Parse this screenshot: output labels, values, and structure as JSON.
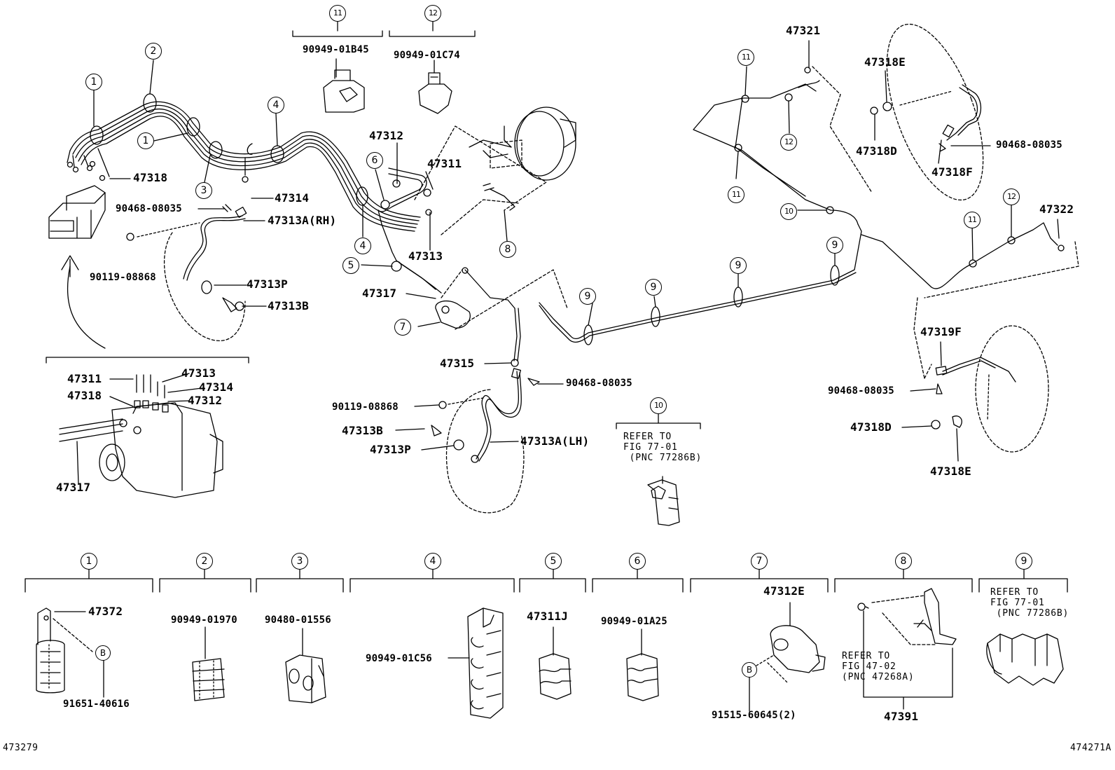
{
  "callouts": {
    "c1": "1",
    "c2": "2",
    "c3": "3",
    "c4": "4",
    "c5": "5",
    "c6": "6",
    "c7": "7",
    "c8": "8",
    "c9": "9",
    "c10": "10",
    "c11": "11",
    "c12": "12",
    "cB": "B"
  },
  "parts": {
    "p47318": "47318",
    "p47314": "47314",
    "p90468_08035": "90468-08035",
    "p47313A_RH": "47313A(RH)",
    "p90119_08868": "90119-08868",
    "p47313P": "47313P",
    "p47313B": "47313B",
    "p47312": "47312",
    "p47311": "47311",
    "p47313": "47313",
    "p47317": "47317",
    "p47315": "47315",
    "p47313A_LH": "47313A(LH)",
    "p90949_01B45": "90949-01B45",
    "p90949_01C74": "90949-01C74",
    "p47321": "47321",
    "p47318E": "47318E",
    "p47318D": "47318D",
    "p47318F": "47318F",
    "p47322": "47322",
    "p47319F": "47319F",
    "p47372": "47372",
    "p91651_40616": "91651-40616",
    "p90949_01970": "90949-01970",
    "p90480_01556": "90480-01556",
    "p90949_01C56": "90949-01C56",
    "p47311J": "47311J",
    "p90949_01A25": "90949-01A25",
    "p47312E": "47312E",
    "p91515_60645": "91515-60645(2)",
    "p47391": "47391"
  },
  "refs": {
    "ref_fig77_top": "REFER TO\nFIG 77-01\n (PNC 77286B)",
    "ref_fig47": "REFER TO\nFIG 47-02\n(PNC 47268A)",
    "ref_fig77_bottom": "REFER TO\nFIG 77-01\n (PNC 77286B)"
  },
  "footer": {
    "left_code": "473279",
    "right_code": "474271A"
  }
}
